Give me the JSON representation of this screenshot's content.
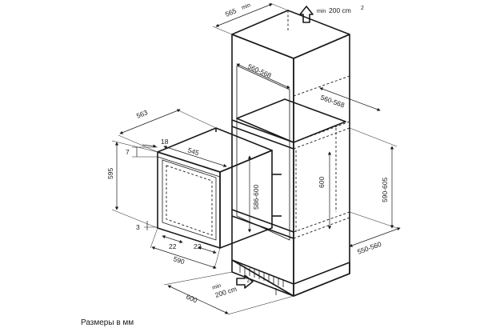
{
  "dimensions": {
    "cabinet_depth_top": "565",
    "min_label": "min",
    "vent_top": "200 cm",
    "vent_bottom": "200 cm",
    "sup2": "2",
    "niche_width": "560-568",
    "niche_depth": "560-568",
    "oven_depth": "563",
    "oven_top_width": "545",
    "offset_18": "18",
    "offset_7": "7",
    "oven_height": "595",
    "front_height": "586-600",
    "niche_height": "600",
    "cabinet_height": "590-605",
    "offset_3": "3",
    "side_22_left": "22",
    "side_22_right": "22",
    "oven_width": "590",
    "cabinet_width": "600",
    "cabinet_side_depth": "550-560"
  },
  "caption": "Размеры в мм"
}
